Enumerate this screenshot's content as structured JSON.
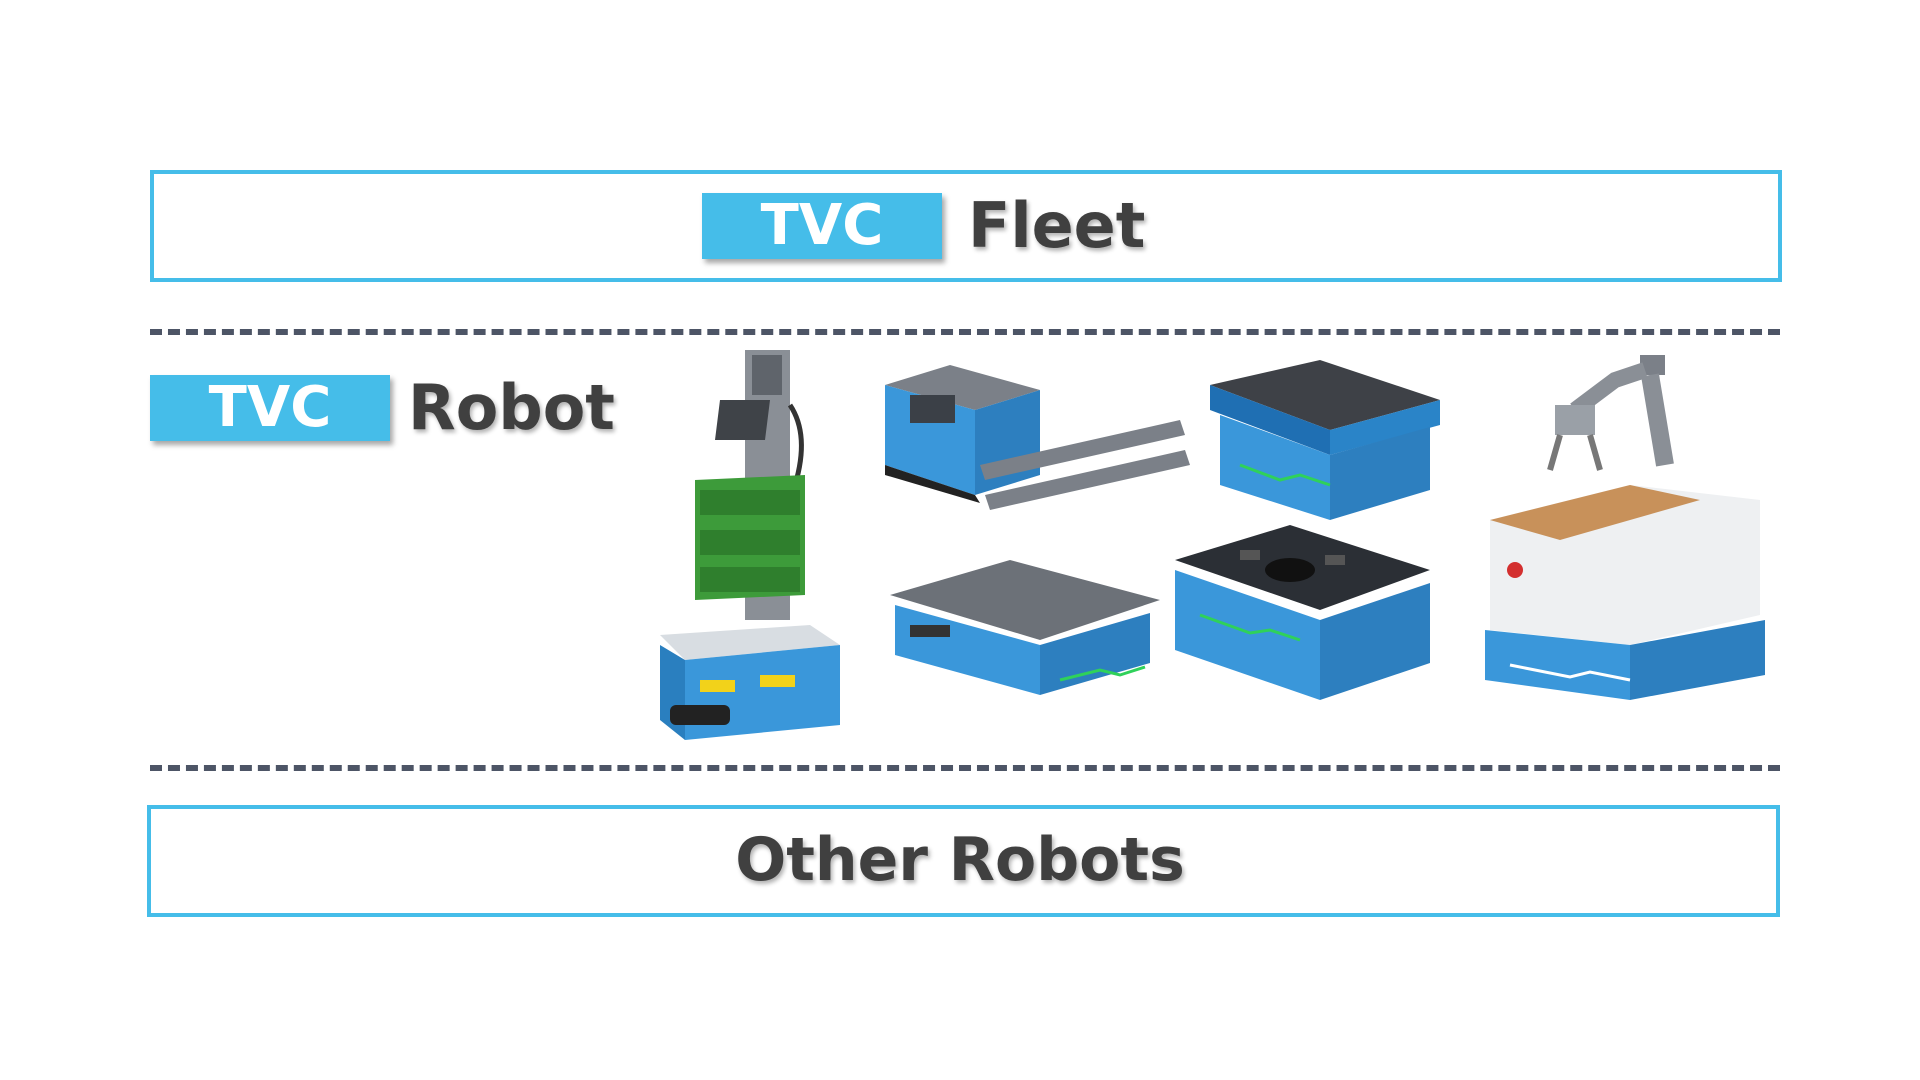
{
  "fleet": {
    "tag": "TVC",
    "label": "Fleet"
  },
  "robot": {
    "tag": "TVC",
    "label": "Robot"
  },
  "other": {
    "label": "Other Robots"
  },
  "colors": {
    "accent": "#45bde9",
    "text": "#404040",
    "dash": "#4d5566",
    "robot_blue": "#2f8fd0"
  },
  "robots": [
    {
      "name": "shelf-picking-robot-icon"
    },
    {
      "name": "pallet-forklift-robot-icon"
    },
    {
      "name": "conveyor-top-robot-icon"
    },
    {
      "name": "flat-top-robot-icon"
    },
    {
      "name": "lift-jacking-robot-icon"
    },
    {
      "name": "robot-arm-mobile-manipulator-icon"
    }
  ]
}
